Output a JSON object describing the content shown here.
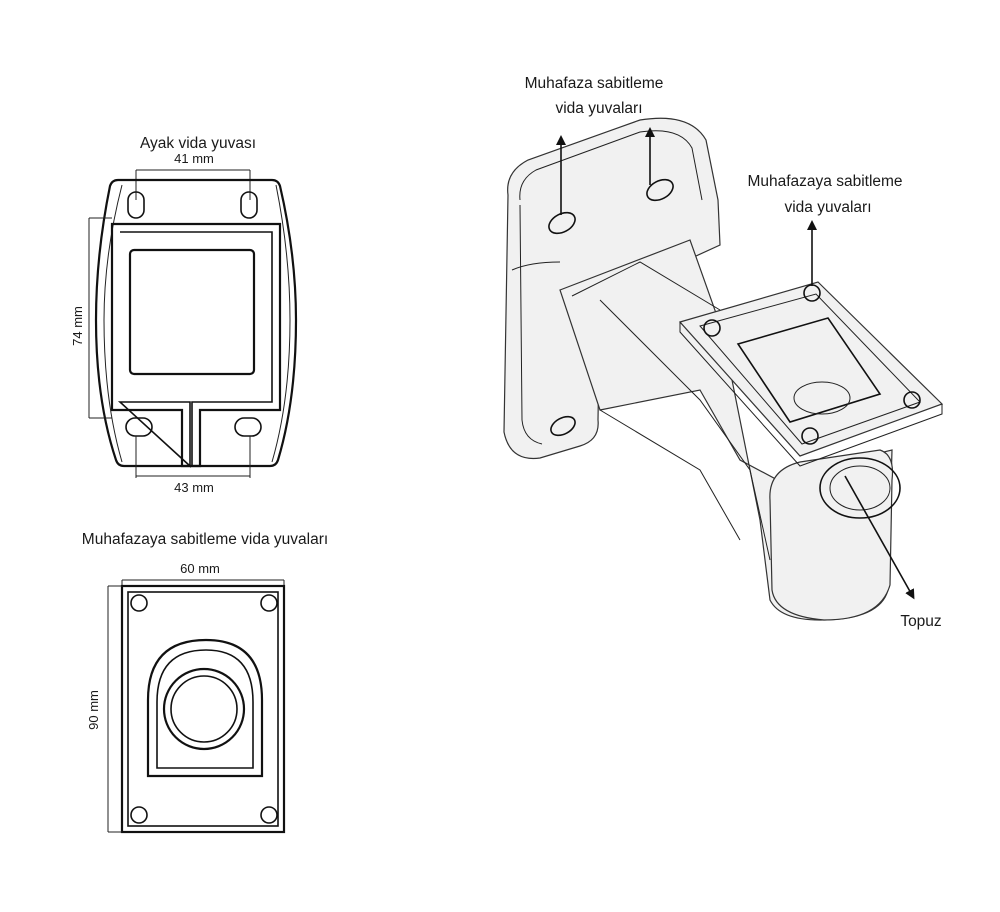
{
  "left_top_view": {
    "caption": "Ayak vida yuvası",
    "top_width": "41 mm",
    "height": "74 mm",
    "bottom_width": "43 mm"
  },
  "left_bottom_view": {
    "caption": "Muhafazaya sabitleme vida yuvaları",
    "width": "60 mm",
    "height": "90 mm"
  },
  "iso_view": {
    "label_housing_holes_line1": "Muhafaza sabitleme",
    "label_housing_holes_line2": "vida yuvaları",
    "label_mount_holes_line1": "Muhafazaya sabitleme",
    "label_mount_holes_line2": "vida yuvaları",
    "label_knob": "Topuz"
  }
}
